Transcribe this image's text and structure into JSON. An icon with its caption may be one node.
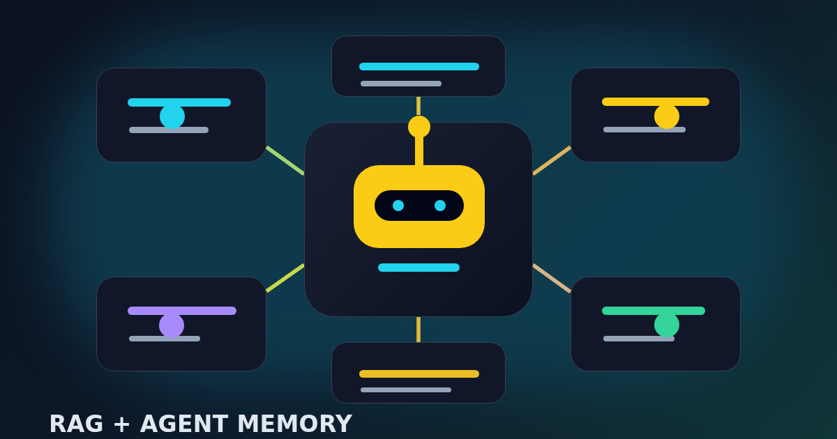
{
  "diagram": {
    "title": "RAG + AGENT MEMORY",
    "nodes": [
      {
        "text": [],
        "shape": "box"
      },
      {
        "text": [],
        "shape": "box"
      },
      {
        "text": [],
        "shape": "box"
      },
      {
        "text": [],
        "shape": "box"
      },
      {
        "text": [],
        "shape": "box"
      },
      {
        "text": [],
        "shape": "box"
      },
      {
        "text": [],
        "shape": "box"
      }
    ],
    "edges": [
      {
        "from": 3,
        "to": 0,
        "arrow": "none",
        "color": "#e2c23e"
      },
      {
        "from": 3,
        "to": 1,
        "arrow": "none",
        "color": "#a6d570"
      },
      {
        "from": 3,
        "to": 2,
        "arrow": "none",
        "color": "#e0b45e"
      },
      {
        "from": 3,
        "to": 4,
        "arrow": "none",
        "color": "#c9d84b"
      },
      {
        "from": 3,
        "to": 5,
        "arrow": "none",
        "color": "#d8b486"
      },
      {
        "from": 3,
        "to": 6,
        "arrow": "none",
        "color": "#e3bb3a"
      }
    ]
  }
}
